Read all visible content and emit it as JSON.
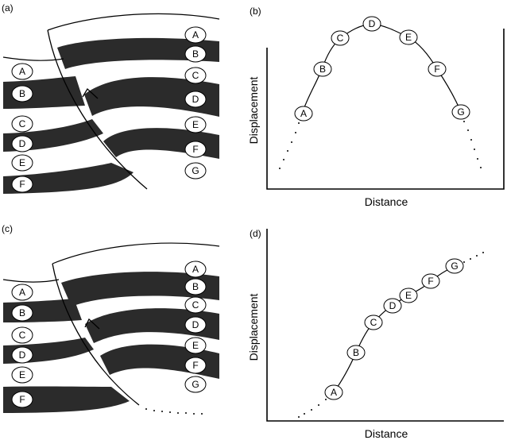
{
  "panels": {
    "a": {
      "label": "(a)"
    },
    "b": {
      "label": "(b)"
    },
    "c": {
      "label": "(c)"
    },
    "d": {
      "label": "(d)"
    }
  },
  "plot_b": {
    "xlabel": "Distance",
    "ylabel": "Displacement"
  },
  "plot_d": {
    "xlabel": "Distance",
    "ylabel": "Displacement"
  },
  "layers": {
    "left": [
      "A",
      "B",
      "C",
      "D",
      "E",
      "F"
    ],
    "right": [
      "A",
      "B",
      "C",
      "D",
      "E",
      "F",
      "G"
    ]
  },
  "chart_data": [
    {
      "type": "line",
      "panel": "b",
      "points": [
        "A",
        "B",
        "C",
        "D",
        "E",
        "F",
        "G"
      ],
      "shape": "arched displacement profile, maximum at D, dotted extension beyond A and G",
      "xlabel": "Distance",
      "ylabel": "Displacement"
    },
    {
      "type": "line",
      "panel": "d",
      "points": [
        "A",
        "B",
        "C",
        "D",
        "E",
        "F",
        "G"
      ],
      "shape": "displacement increasing with distance from A to G, dotted extension beyond A and G",
      "xlabel": "Distance",
      "ylabel": "Displacement"
    }
  ]
}
